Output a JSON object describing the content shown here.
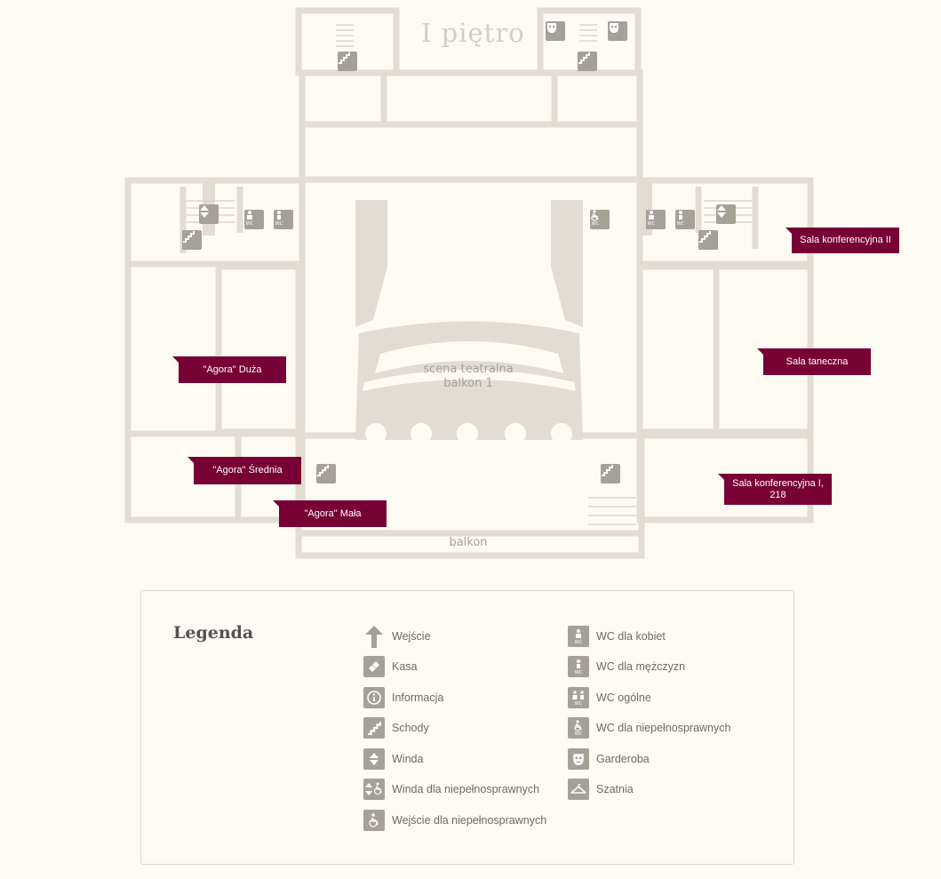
{
  "map": {
    "floor_title": "I piętro",
    "stage_label_line1": "scena teatralna",
    "stage_label_line2": "balkon 1",
    "balkon_label": "balkon",
    "rooms": {
      "sala_konf_2": "Sala konferencyjna II",
      "agora_duza": "\"Agora\" Duża",
      "sala_taneczna": "Sala taneczna",
      "agora_srednia": "\"Agora\" Średnia",
      "sala_konf_1_line1": "Sala konferencyjna I,",
      "sala_konf_1_line2": "218",
      "agora_mala": "\"Agora\" Mała"
    },
    "colors": {
      "background": "#fefbf3",
      "walls": "#e2ddd0",
      "walls_dark": "#d5d0c3",
      "icon_fill": "#a6a197",
      "room_tag": "#770035"
    }
  },
  "legend": {
    "title": "Legenda",
    "left_column": [
      {
        "icon": "arrow-up-icon",
        "label": "Wejście"
      },
      {
        "icon": "ticket-icon",
        "label": "Kasa"
      },
      {
        "icon": "info-icon",
        "label": "Informacja"
      },
      {
        "icon": "stairs-icon",
        "label": "Schody"
      },
      {
        "icon": "elevator-icon",
        "label": "Winda"
      },
      {
        "icon": "accessible-elevator-icon",
        "label": "Winda dla niepełnosprawnych"
      },
      {
        "icon": "accessible-entrance-icon",
        "label": "Wejście dla niepełnosprawnych"
      }
    ],
    "right_column": [
      {
        "icon": "wc-women-icon",
        "label": "WC dla kobiet"
      },
      {
        "icon": "wc-men-icon",
        "label": "WC dla mężczyzn"
      },
      {
        "icon": "wc-general-icon",
        "label": "WC ogólne"
      },
      {
        "icon": "wc-accessible-icon",
        "label": "WC dla niepełnosprawnych"
      },
      {
        "icon": "theater-mask-icon",
        "label": "Garderoba"
      },
      {
        "icon": "hanger-icon",
        "label": "Szatnia"
      }
    ]
  }
}
